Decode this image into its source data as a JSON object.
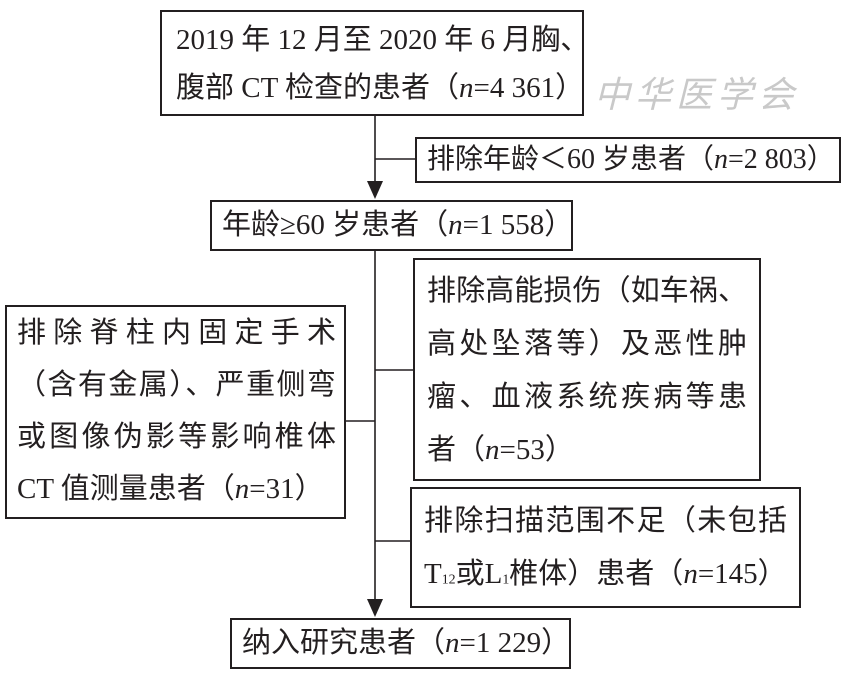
{
  "colors": {
    "line": "#231f20",
    "watermark": "#c9c9c9",
    "background": "#ffffff"
  },
  "watermark": {
    "text": "中华医学会"
  },
  "boxes": {
    "start": {
      "line1": "2019 年 12 月至 2020 年 6 月胸、",
      "line2": {
        "pre": "腹部 CT 检查的患者（",
        "n": "n",
        "post": "=4 361）"
      }
    },
    "exclude_age": {
      "pre": "排除年龄＜60 岁患者（",
      "n": "n",
      "post": "=2 803）"
    },
    "age_60": {
      "pre": "年龄≥60 岁患者（",
      "n": "n",
      "post": "=1 558）"
    },
    "exclude_trauma": {
      "lines": [
        "排除高能损伤（如车祸、",
        "高处坠落等）及恶性肿",
        "瘤、血液系统疾病等患"
      ],
      "last": {
        "pre": "者（",
        "n": "n",
        "post": "=53）"
      }
    },
    "exclude_fixation": {
      "lines": [
        "排除脊柱内固定手术",
        "（含有金属）、严重侧弯",
        "或图像伪影等影响椎体"
      ],
      "last": {
        "pre": "CT 值测量患者（",
        "n": "n",
        "post": "=31）"
      }
    },
    "exclude_scan": {
      "line1": "排除扫描范围不足（未包括",
      "line2": {
        "t": "T",
        "t_sub": "12",
        "mid": "或L",
        "l_sub": "1",
        "post1": "椎体）患者（",
        "n": "n",
        "post": "=145）"
      }
    },
    "included": {
      "pre": "纳入研究患者（",
      "n": "n",
      "post": "=1 229）"
    }
  }
}
